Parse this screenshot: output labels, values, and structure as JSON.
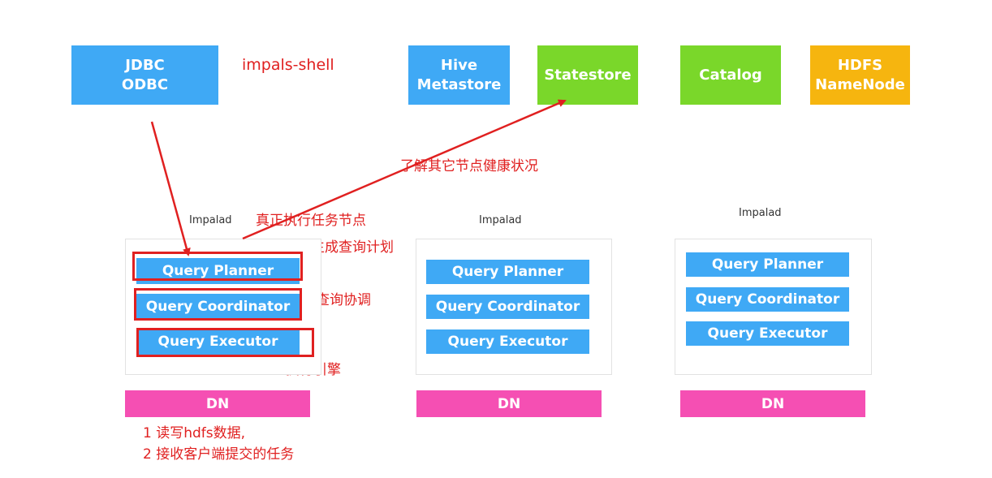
{
  "top_boxes": {
    "jdbc": "JDBC\nODBC",
    "hive": "Hive\nMetastore",
    "statestore": "Statestore",
    "catalog": "Catalog",
    "hdfs": "HDFS\nNameNode"
  },
  "annotations": {
    "impala_shell": "impals-shell",
    "health": "了解其它节点健康状况",
    "real_exec": "真正执行任务节点",
    "plan": "生成查询计划",
    "coord": "查询协调",
    "engine": "执行引擎",
    "dn_note_1": "1 读写hdfs数据,",
    "dn_note_2": "2 接收客户端提交的任务"
  },
  "nodes": [
    {
      "label": "Impalad",
      "planner": "Query Planner",
      "coordinator": "Query Coordinator",
      "executor": "Query Executor",
      "dn": "DN"
    },
    {
      "label": "Impalad",
      "planner": "Query Planner",
      "coordinator": "Query Coordinator",
      "executor": "Query Executor",
      "dn": "DN"
    },
    {
      "label": "Impalad",
      "planner": "Query Planner",
      "coordinator": "Query Coordinator",
      "executor": "Query Executor",
      "dn": "DN"
    }
  ],
  "colors": {
    "blue": "#3fa9f5",
    "green": "#7ad72a",
    "yellow": "#f6b50f",
    "pink": "#f54fb3",
    "annotation_red": "#e02020"
  }
}
